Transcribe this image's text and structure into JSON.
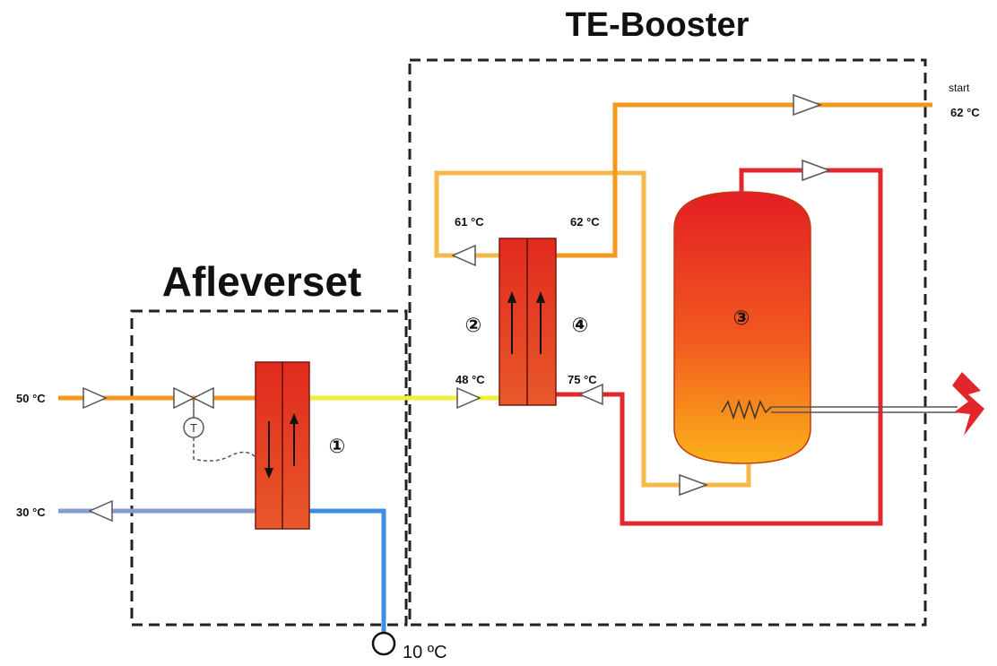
{
  "titles": {
    "te_booster": "TE-Booster",
    "afleverset": "Afleverset"
  },
  "temperatures": {
    "supply_in": "50 °C",
    "return_out": "30 °C",
    "cold_water": "10 ºC",
    "start_label": "start",
    "start_temp": "62 °C",
    "hx2_left_top": "61 °C",
    "hx2_right_top": "62 °C",
    "hx2_left_bottom": "48 °C",
    "hx2_right_bottom": "75 °C"
  },
  "components": {
    "hx1_number": "①",
    "hx2_number": "②",
    "tank_number": "③",
    "hx4_number": "④"
  },
  "colors": {
    "orange_pipe": "#f39a1e",
    "light_orange_pipe": "#f7b84a",
    "yellow_pipe": "#f2ef3a",
    "blue_pipe": "#3b8ee0",
    "grey_blue_pipe": "#8a9bd0",
    "red_pipe": "#e0282e",
    "heat_exchanger": "#d63a1e",
    "heating_bolt": "#e3262b"
  }
}
